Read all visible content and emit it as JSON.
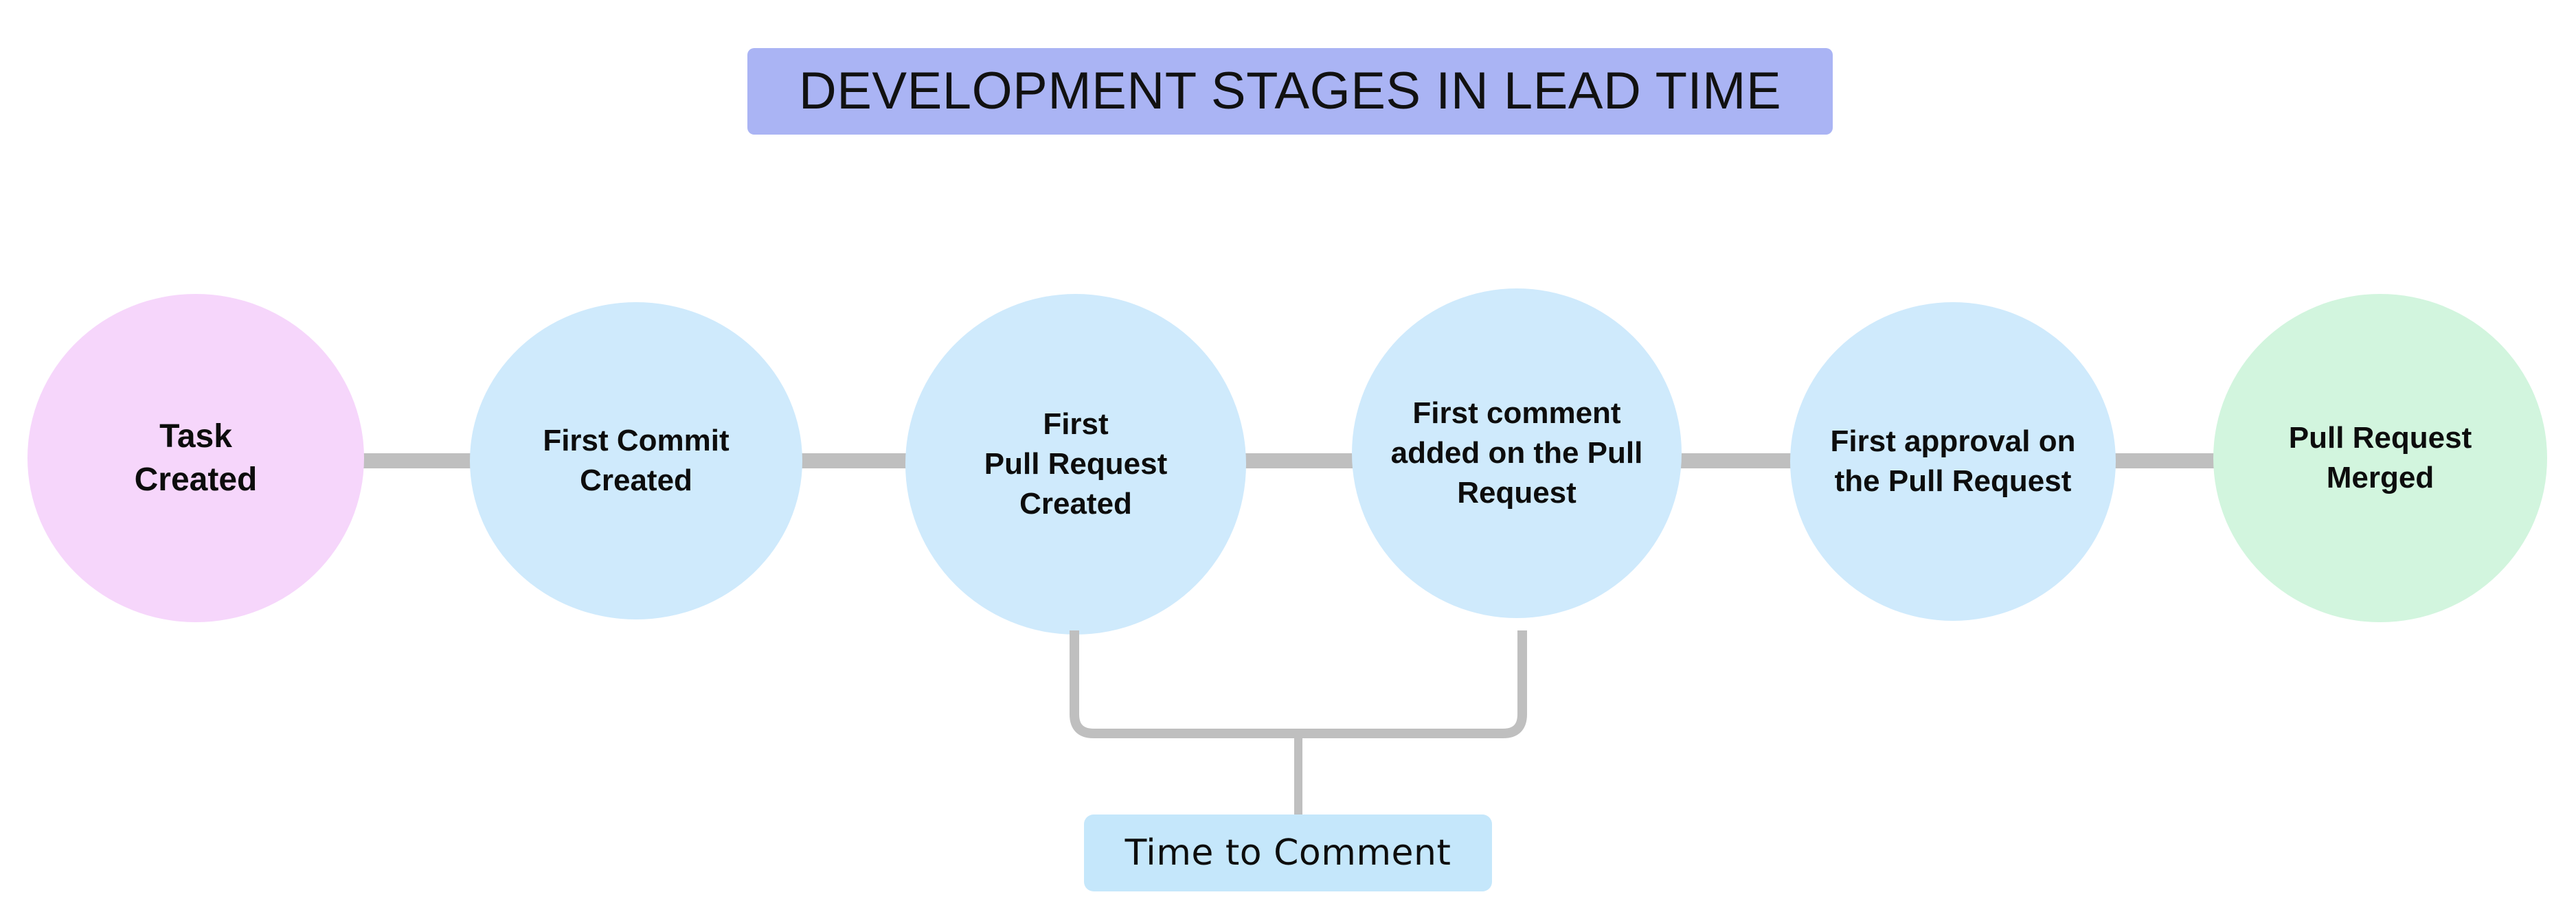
{
  "title": {
    "text": "DEVELOPMENT STAGES IN LEAD TIME",
    "background_color": "#aab4f4",
    "text_color": "#111111"
  },
  "colors": {
    "start_node": "#f6d6fb",
    "middle_node": "#cfeafc",
    "end_node": "#d2f5de",
    "connector": "#bfbfbf",
    "annotation_box": "#c5e7fb",
    "page_background": "#ffffff"
  },
  "nodes": [
    {
      "id": "task-created",
      "label": "Task\nCreated",
      "shape": "circle",
      "color": "#f6d6fb",
      "font_size": 48
    },
    {
      "id": "first-commit",
      "label": "First Commit\nCreated",
      "shape": "circle",
      "color": "#cfeafc",
      "font_size": 44
    },
    {
      "id": "first-pull-request",
      "label": "First\nPull Request\nCreated",
      "shape": "circle",
      "color": "#cfeafc",
      "font_size": 44
    },
    {
      "id": "first-comment",
      "label": "First comment\nadded on the Pull\nRequest",
      "shape": "circle",
      "color": "#cfeafc",
      "font_size": 44
    },
    {
      "id": "first-approval",
      "label": "First approval on\nthe Pull Request",
      "shape": "circle",
      "color": "#cfeafc",
      "font_size": 44
    },
    {
      "id": "pull-request-merged",
      "label": "Pull Request\nMerged",
      "shape": "circle",
      "color": "#d2f5de",
      "font_size": 44
    }
  ],
  "connectors": [
    {
      "from": "task-created",
      "to": "first-commit"
    },
    {
      "from": "first-commit",
      "to": "first-pull-request"
    },
    {
      "from": "first-pull-request",
      "to": "first-comment"
    },
    {
      "from": "first-comment",
      "to": "first-approval"
    },
    {
      "from": "first-approval",
      "to": "pull-request-merged"
    }
  ],
  "annotations": [
    {
      "id": "time-to-comment",
      "label": "Time to Comment",
      "spans_from": "first-pull-request",
      "spans_to": "first-comment",
      "background_color": "#c5e7fb"
    }
  ]
}
